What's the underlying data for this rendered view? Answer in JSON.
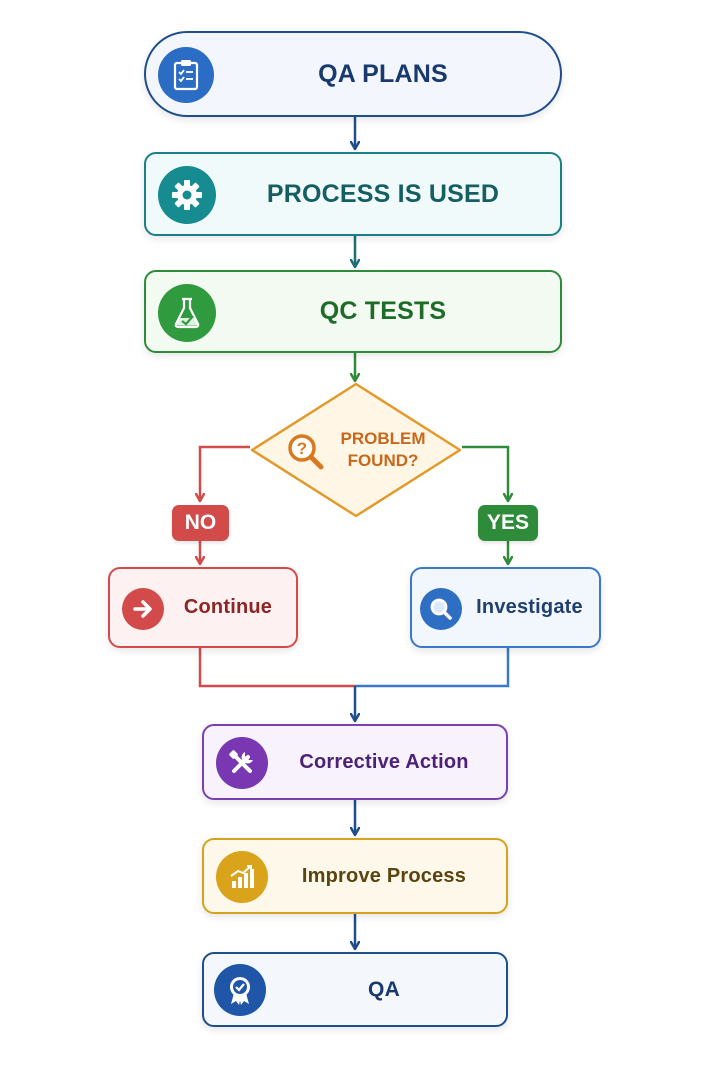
{
  "nodes": {
    "qa_plans": {
      "label": "QA PLANS",
      "icon": "clipboard-checklist-icon",
      "color": "#1f4e8c"
    },
    "process_used": {
      "label": "PROCESS IS USED",
      "icon": "gear-icon",
      "color": "#1a7f86"
    },
    "qc_tests": {
      "label": "QC TESTS",
      "icon": "flask-check-icon",
      "color": "#2e8b3a"
    },
    "decision": {
      "label_line1": "PROBLEM",
      "label_line2": "FOUND?",
      "icon": "magnifier-question-icon",
      "color": "#e39a2c"
    },
    "continue": {
      "label": "Continue",
      "icon": "arrow-right-icon",
      "color": "#d24a4a"
    },
    "investigate": {
      "label": "Investigate",
      "icon": "search-icon",
      "color": "#3a78c9"
    },
    "corrective_action": {
      "label": "Corrective Action",
      "icon": "tools-icon",
      "color": "#7b3fb0"
    },
    "improve_process": {
      "label": "Improve Process",
      "icon": "growth-chart-icon",
      "color": "#d6a21e"
    },
    "qa": {
      "label": "QA",
      "icon": "award-badge-icon",
      "color": "#1f4e8c"
    }
  },
  "branches": {
    "no": {
      "label": "NO",
      "color": "#d24a4a"
    },
    "yes": {
      "label": "YES",
      "color": "#2e8b3a"
    }
  }
}
